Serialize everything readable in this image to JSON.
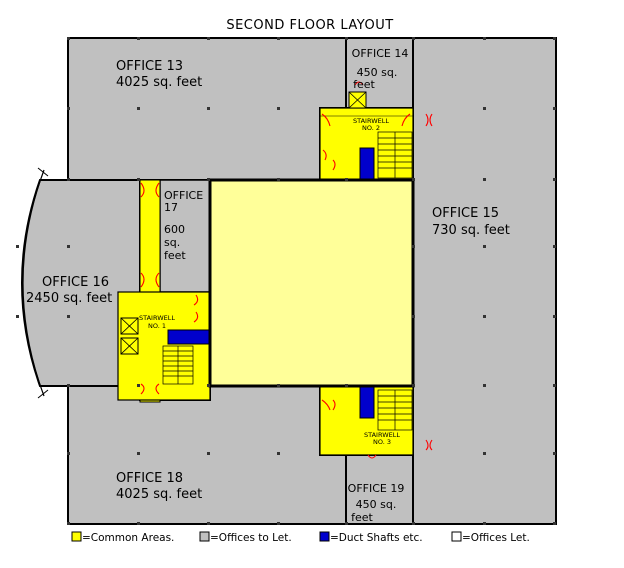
{
  "title": "SECOND FLOOR LAYOUT",
  "offices": {
    "o13": {
      "name": "OFFICE 13",
      "area": "4025 sq. feet"
    },
    "o14": {
      "name": "OFFICE 14",
      "area1": "450 sq.",
      "area2": "feet"
    },
    "o15": {
      "name": "OFFICE 15",
      "area": "730 sq. feet"
    },
    "o16": {
      "name": "OFFICE 16",
      "area": "2450 sq. feet"
    },
    "o17": {
      "name1": "OFFICE",
      "name2": "17",
      "area1": "600",
      "area2": "sq.",
      "area3": "feet"
    },
    "o18": {
      "name": "OFFICE 18",
      "area": "4025 sq. feet"
    },
    "o19": {
      "name": "OFFICE 19",
      "area1": "450 sq.",
      "area2": "feet"
    }
  },
  "stairwells": {
    "s1": {
      "line1": "STAIRWELL",
      "line2": "NO. 1"
    },
    "s2": {
      "line1": "STAIRWELL",
      "line2": "NO. 2"
    },
    "s3": {
      "line1": "STAIRWELL",
      "line2": "NO. 3"
    }
  },
  "legend": {
    "common": "=Common Areas.",
    "tolet": "=Offices to Let.",
    "duct": "=Duct Shafts etc.",
    "let": "=Offices Let."
  },
  "colors": {
    "common": "#ffff00",
    "core": "#ffff99",
    "tolet": "#c0c0c0",
    "duct": "#0000cc",
    "let": "#ffffff",
    "door": "#ff0000",
    "wall": "#000000"
  }
}
